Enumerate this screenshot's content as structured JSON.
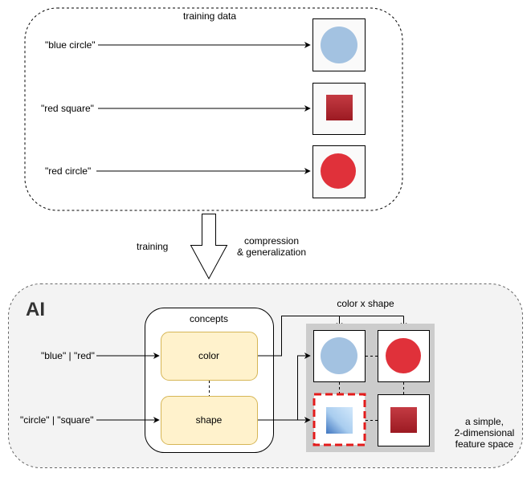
{
  "training_data": {
    "title": "training data",
    "items": [
      {
        "label": "\"blue circle\"",
        "shape": "circle",
        "color": "blue"
      },
      {
        "label": "\"red square\"",
        "shape": "square",
        "color": "red"
      },
      {
        "label": "\"red circle\"",
        "shape": "circle",
        "color": "red"
      }
    ]
  },
  "transition": {
    "left_label": "training",
    "right_label_line1": "compression",
    "right_label_line2": "& generalization"
  },
  "ai": {
    "title": "AI",
    "inputs": {
      "color": "\"blue\" | \"red\"",
      "shape": "\"circle\" | \"square\""
    },
    "concepts": {
      "title": "concepts",
      "color_label": "color",
      "shape_label": "shape"
    },
    "feature_space": {
      "header": "color x shape",
      "caption_line1": "a simple,",
      "caption_line2": "2-dimensional",
      "caption_line3": "feature space",
      "cells": [
        {
          "color": "blue",
          "shape": "circle",
          "novel": false
        },
        {
          "color": "red",
          "shape": "circle",
          "novel": false
        },
        {
          "color": "blue",
          "shape": "square",
          "novel": true
        },
        {
          "color": "red",
          "shape": "square",
          "novel": false
        }
      ]
    }
  },
  "colors": {
    "blue_shape": "#a3c2e1",
    "red_shape": "#e0313a",
    "red_square_dark": "#a51f2a",
    "concept_fill": "#fff2cc",
    "concept_border": "#d6b656",
    "ai_bg": "#f3f3f3",
    "grid_bg": "#cccccc",
    "novel_border": "#e31b1b"
  }
}
